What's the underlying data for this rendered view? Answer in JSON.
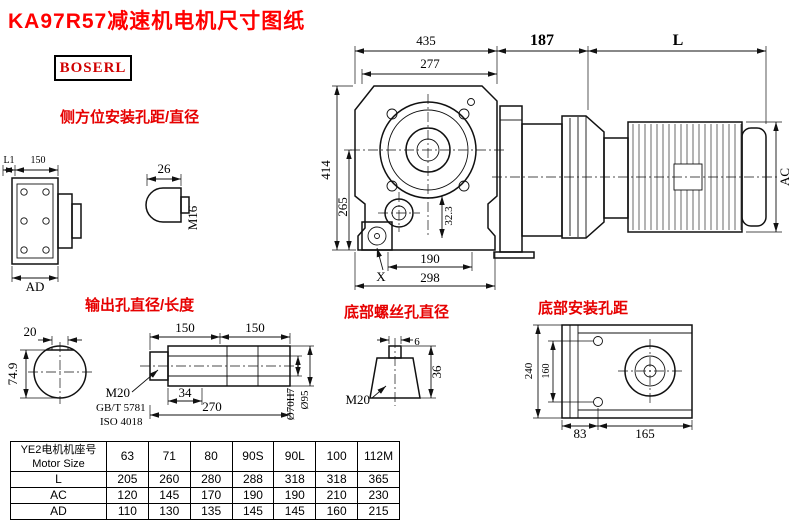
{
  "title": "KA97R57减速机电机尺寸图纸",
  "logo": "BOSERL",
  "labels": {
    "side_mount": "侧方位安装孔距/直径",
    "output_hole": "输出孔直径/长度",
    "bottom_screw": "底部螺丝孔直径",
    "bottom_mount": "底部安装孔距"
  },
  "dims": {
    "d435": "435",
    "d187": "187",
    "dL": "L",
    "d277": "277",
    "d414": "414",
    "d265": "265",
    "d32_3": "32.3",
    "d190": "190",
    "d298": "298",
    "dX": "X",
    "dAC": "AC",
    "d26": "26",
    "m16": "M16",
    "dL1": "L1",
    "d150_side": "150",
    "dAD": "AD",
    "d20": "20",
    "d74_9": "74.9",
    "d150a": "150",
    "d150b": "150",
    "m20_shaft": "M20",
    "gbt": "GB/T 5781",
    "iso": "ISO 4018",
    "d34": "34",
    "d270": "270",
    "d70": "Ø70H7",
    "d95": "Ø95",
    "d6": "6",
    "d36": "36",
    "m20_screw": "M20",
    "d240": "240",
    "d160": "160",
    "d83": "83",
    "d165": "165"
  },
  "table": {
    "motor_header_cn": "YE2电机机座号",
    "motor_header_en": "Motor Size",
    "sizes": [
      "63",
      "71",
      "80",
      "90S",
      "90L",
      "100",
      "112M"
    ],
    "rows": [
      {
        "label": "L",
        "values": [
          "205",
          "260",
          "280",
          "288",
          "318",
          "318",
          "365"
        ]
      },
      {
        "label": "AC",
        "values": [
          "120",
          "145",
          "170",
          "190",
          "190",
          "210",
          "230"
        ]
      },
      {
        "label": "AD",
        "values": [
          "110",
          "130",
          "135",
          "145",
          "145",
          "160",
          "215"
        ]
      }
    ]
  }
}
